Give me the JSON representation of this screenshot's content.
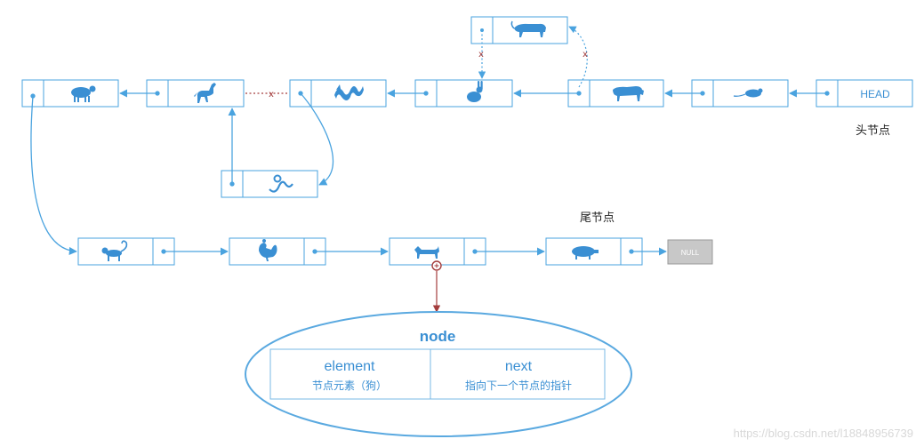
{
  "colors": {
    "node_stroke": "#4aa3df",
    "icon": "#3a8fd3",
    "arrow": "#4aa3df",
    "broken_link": "#a33c3c",
    "null_fill": "#c8c8c8",
    "ellipse_stroke": "#5aa9e0"
  },
  "labels": {
    "head": "HEAD",
    "head_caption": "头节点",
    "tail_caption": "尾节点",
    "null": "NULL",
    "break_mark": "x",
    "zoom_icon": "magnifier-icon"
  },
  "nodes": [
    {
      "id": "head",
      "icon": "text-head"
    },
    {
      "id": "rat",
      "icon": "rat-icon"
    },
    {
      "id": "ox",
      "icon": "ox-icon"
    },
    {
      "id": "tiger",
      "icon": "tiger-icon"
    },
    {
      "id": "rabbit",
      "icon": "rabbit-icon"
    },
    {
      "id": "dragon",
      "icon": "dragon-icon"
    },
    {
      "id": "snake",
      "icon": "snake-icon"
    },
    {
      "id": "horse",
      "icon": "horse-icon"
    },
    {
      "id": "sheep",
      "icon": "sheep-icon"
    },
    {
      "id": "monkey",
      "icon": "monkey-icon"
    },
    {
      "id": "rooster",
      "icon": "rooster-icon"
    },
    {
      "id": "dog",
      "icon": "dog-icon"
    },
    {
      "id": "pig",
      "icon": "pig-icon"
    }
  ],
  "node_detail": {
    "title": "node",
    "element_title": "element",
    "element_desc": "节点元素（狗）",
    "next_title": "next",
    "next_desc": "指向下一个节点的指针"
  },
  "watermark": "https://blog.csdn.net/l18848956739"
}
